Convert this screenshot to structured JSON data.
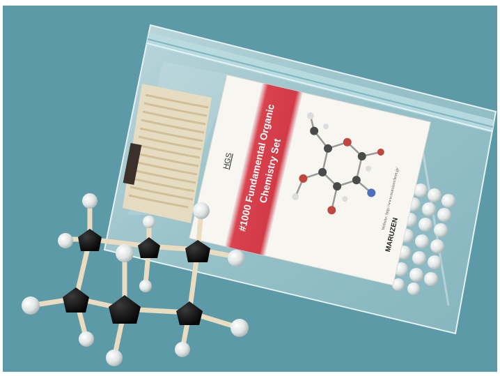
{
  "photo": {
    "background_color": "#5b9aa6",
    "card": {
      "brand": "HGS",
      "product_title": "#1000 Fundamental Organic Chemistry Set",
      "title_line_1": "#1000 Fundamental Organic",
      "title_line_2": "Chemistry Set",
      "website": "Website: http://www.maruzenchem.jp/",
      "maker": "MARUZEN",
      "band_color": "#d9434e"
    },
    "model": {
      "carbon_color": "#111111",
      "hydrogen_color": "#e8ecec",
      "bond_color": "#e9dcc0"
    }
  }
}
